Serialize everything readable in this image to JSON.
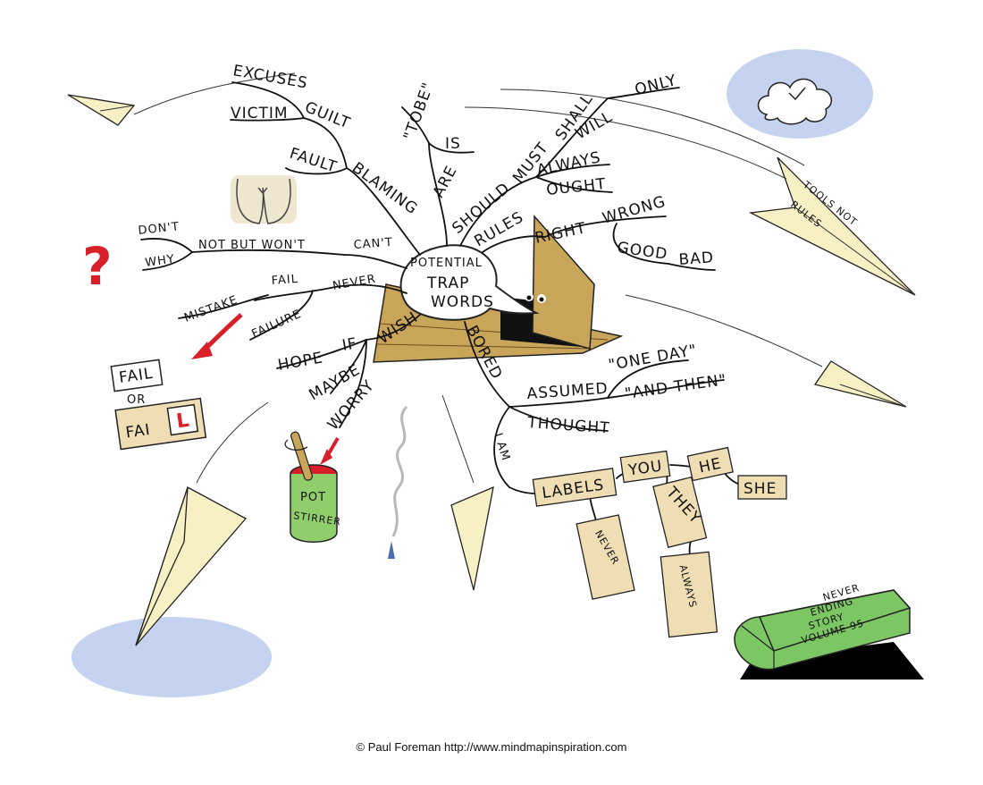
{
  "center": {
    "line1": "POTENTIAL",
    "line2": "TRAP",
    "line3": "WORDS"
  },
  "words": {
    "excuses": "EXCUSES",
    "victim": "VICTIM",
    "guilt": "GUILT",
    "fault": "FAULT",
    "blaming": "BLAMING",
    "tobe": "\"TOBE\"",
    "is": "IS",
    "are": "ARE",
    "should": "SHOULD",
    "must": "MUST",
    "shall": "SHALL",
    "will": "WILL",
    "only": "ONLY",
    "always": "ALWAYS",
    "ought": "OUGHT",
    "rules": "RULES",
    "right": "RIGHT",
    "wrong": "WRONG",
    "good": "GOOD",
    "bad": "BAD",
    "dont": "DON'T",
    "why": "WHY",
    "not_but_wont": "NOT BUT WON'T",
    "cant": "CAN'T",
    "mistake": "MISTAKE",
    "fail": "FAIL",
    "never": "NEVER",
    "failure": "FAILURE",
    "hope": "HOPE",
    "if": "IF",
    "wish": "WISH",
    "maybe": "MAYBE",
    "worry": "WORRY",
    "bored": "BORED",
    "assumed": "ASSUMED",
    "one_day": "\"ONE DAY\"",
    "and_then": "\"AND THEN\"",
    "thought": "THOUGHT",
    "i_am": "I AM",
    "labels": "LABELS",
    "you": "YOU",
    "he": "HE",
    "she": "SHE",
    "they": "THEY",
    "tag_never": "NEVER",
    "tag_always": "ALWAYS"
  },
  "signs": {
    "fail_top": "FAIL",
    "or": "OR",
    "fail_bottom": "FAI",
    "l_plate": "L"
  },
  "pot": {
    "line1": "POT",
    "line2": "STIRRER"
  },
  "plane": {
    "line1": "TOOLS NOT",
    "line2": "RULES"
  },
  "book": {
    "line1": "NEVER",
    "line2": "ENDING",
    "line3": "STORY",
    "line4": "VOLUME 95"
  },
  "question_mark": "?",
  "credit": "© Paul Foreman http://www.mindmapinspiration.com",
  "colors": {
    "sky_blue": "#c5d3f0",
    "paper_yellow": "#f6f0c4",
    "tag_tan": "#efdeb4",
    "trapdoor": "#c9a55a",
    "book_green": "#7cc664",
    "pot_green": "#8fce6a",
    "alert_red": "#d8202a"
  }
}
